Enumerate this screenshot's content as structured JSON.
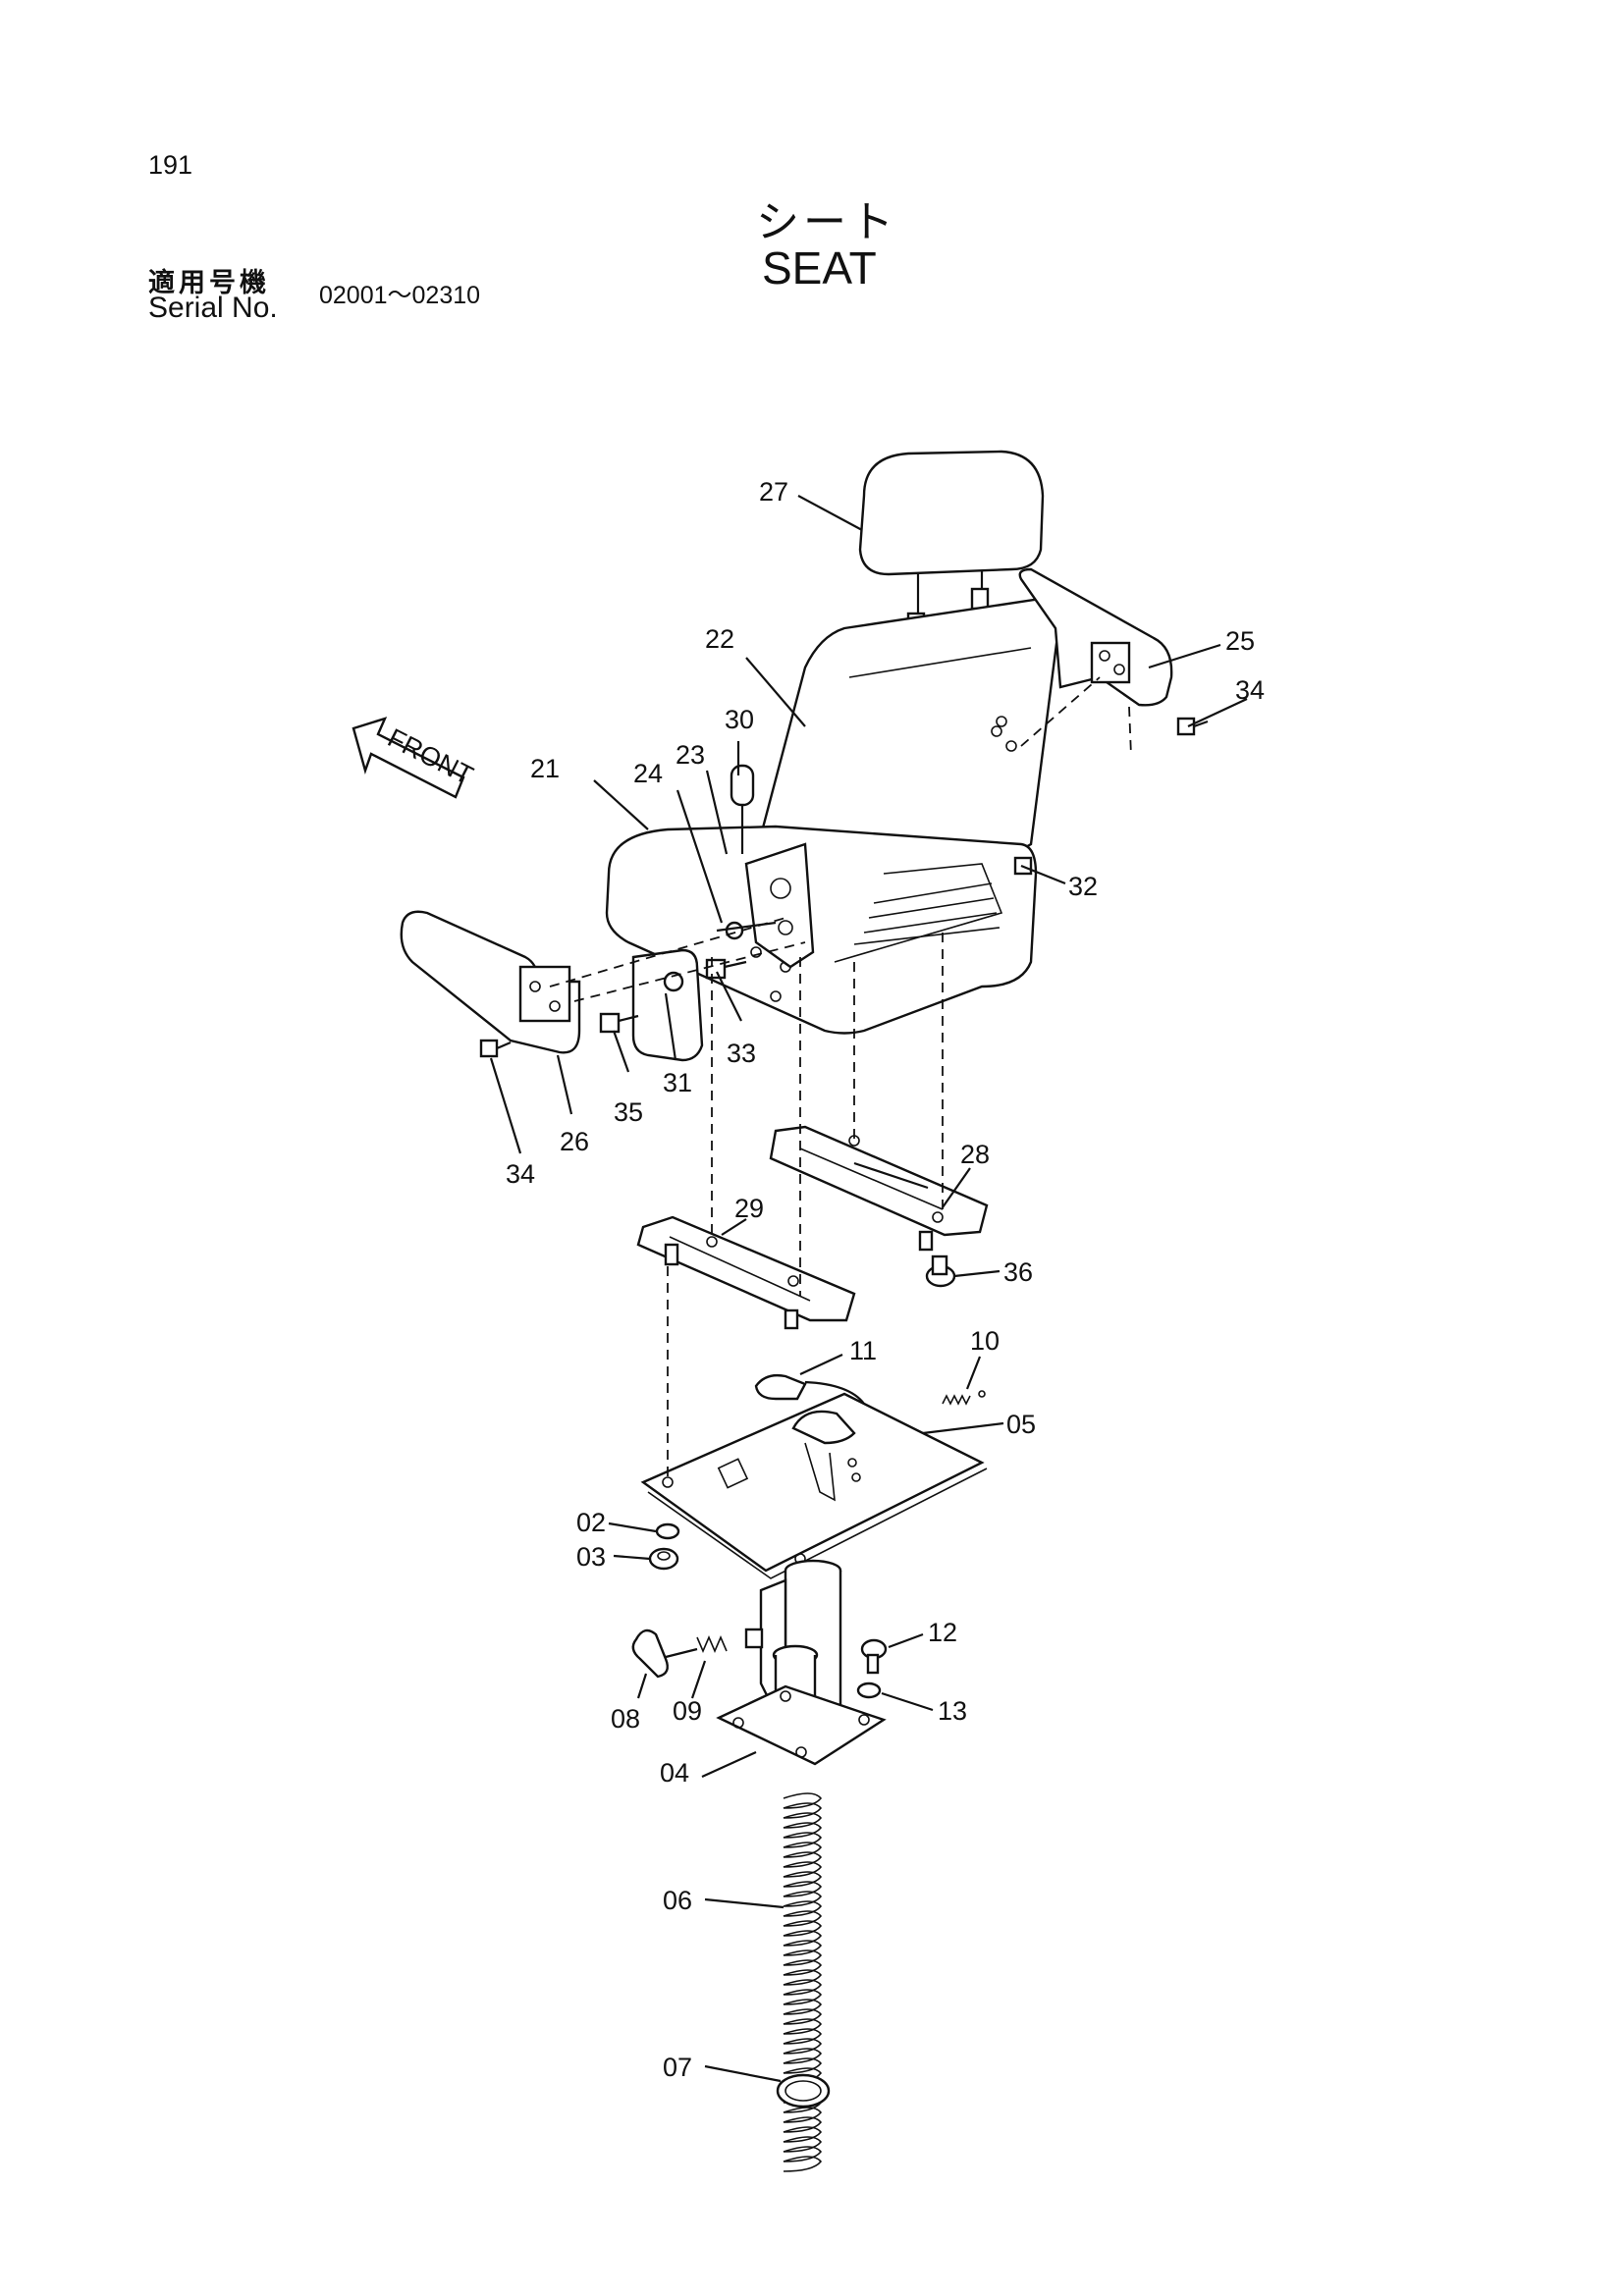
{
  "header": {
    "page_number": "191",
    "title_jp": "シート",
    "title_en": "SEAT",
    "serial_label_jp": "適用号機",
    "serial_label_en": "Serial No.",
    "serial_range": "02001～02310"
  },
  "diagram": {
    "front_marker": "FRONT",
    "callouts": [
      "27",
      "22",
      "25",
      "34",
      "30",
      "23",
      "24",
      "21",
      "32",
      "33",
      "31",
      "35",
      "26",
      "34",
      "28",
      "29",
      "36",
      "11",
      "10",
      "05",
      "02",
      "03",
      "12",
      "08",
      "09",
      "13",
      "04",
      "06",
      "07"
    ]
  }
}
